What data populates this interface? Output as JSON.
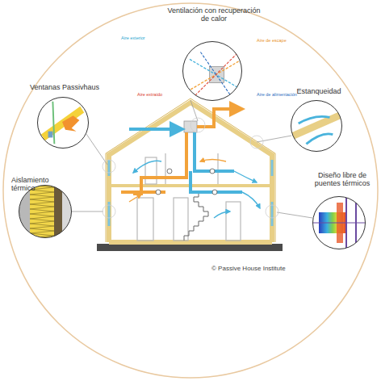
{
  "diagram": {
    "nodes": [
      {
        "text": [
          "Ventilación con recuperación de calor"
        ]
      },
      {
        "text": [
          "Ventanas Passivhaus"
        ]
      },
      {
        "text": [
          "Estanqueidad"
        ]
      },
      {
        "text": [
          "Aislamiento térmico"
        ]
      },
      {
        "text": [
          "Diseño libre de puentes térmicos"
        ]
      }
    ],
    "edges": [],
    "labels": [
      "Aire exterior",
      "Aire de escape",
      "Aire extraído",
      "Aire de alimentación",
      "© Passive House Institute"
    ]
  }
}
